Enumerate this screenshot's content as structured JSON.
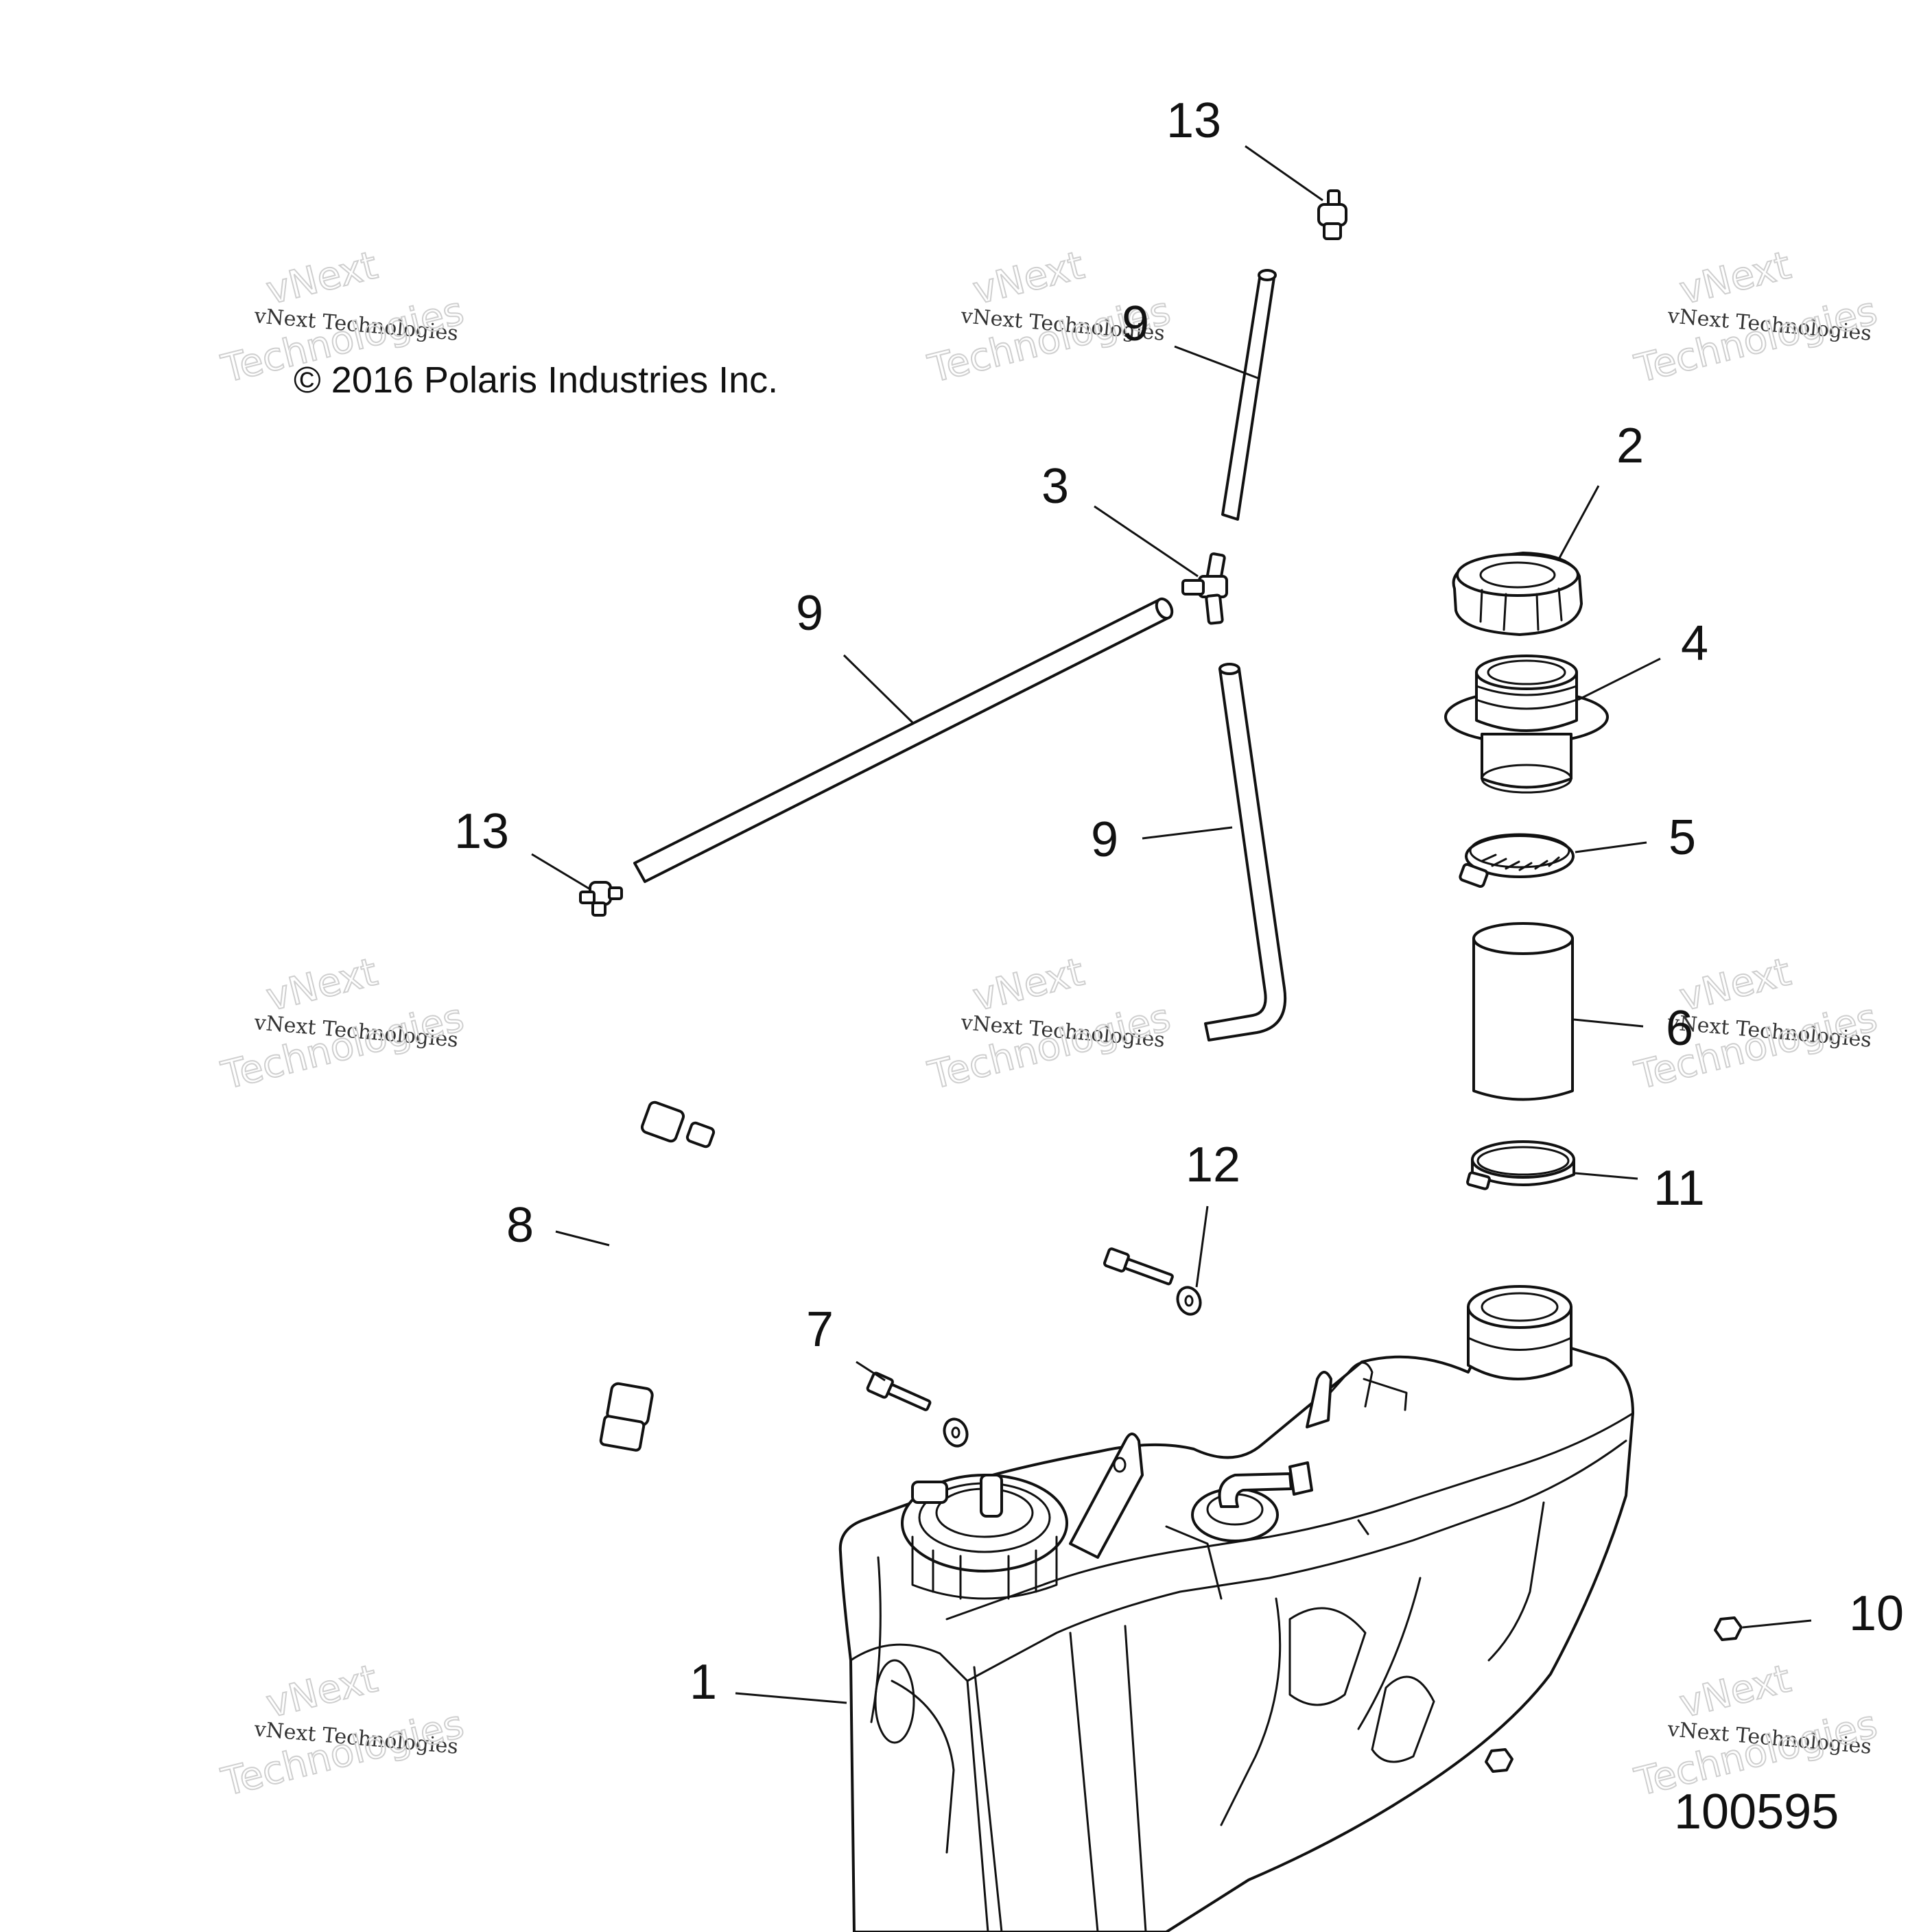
{
  "copyright": "© 2016 Polaris Industries Inc.",
  "figure_number": "100595",
  "watermark": {
    "line1": "vNext",
    "line2": "vNext Technologies",
    "line3": "Technologies"
  },
  "callouts": [
    {
      "id": "c13a",
      "text": "13",
      "part": "vent-valve"
    },
    {
      "id": "c9a",
      "text": "9",
      "part": "vent-hose"
    },
    {
      "id": "c3",
      "text": "3",
      "part": "tee-fitting"
    },
    {
      "id": "c2",
      "text": "2",
      "part": "fuel-cap"
    },
    {
      "id": "c9b",
      "text": "9",
      "part": "vent-hose"
    },
    {
      "id": "c4",
      "text": "4",
      "part": "filler-neck"
    },
    {
      "id": "c13b",
      "text": "13",
      "part": "vent-valve"
    },
    {
      "id": "c9c",
      "text": "9",
      "part": "vent-hose"
    },
    {
      "id": "c5",
      "text": "5",
      "part": "hose-clamp"
    },
    {
      "id": "c6",
      "text": "6",
      "part": "filler-hose"
    },
    {
      "id": "c12",
      "text": "12",
      "part": "washer"
    },
    {
      "id": "c11",
      "text": "11",
      "part": "hose-clamp"
    },
    {
      "id": "c8",
      "text": "8",
      "part": "fuel-line"
    },
    {
      "id": "c7",
      "text": "7",
      "part": "bolt"
    },
    {
      "id": "c10",
      "text": "10",
      "part": "nut"
    },
    {
      "id": "c1",
      "text": "1",
      "part": "fuel-tank"
    }
  ]
}
